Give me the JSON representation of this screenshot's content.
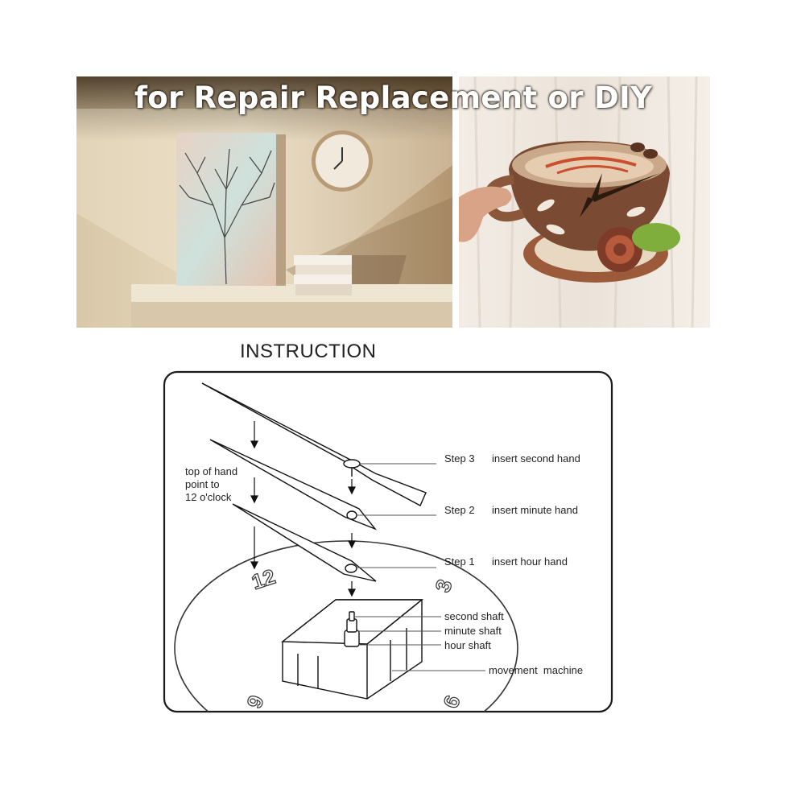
{
  "banner": {
    "text": "for Repair Replacement or DIY"
  },
  "instruction": {
    "title": "INSTRUCTION",
    "note": [
      "top of hand",
      "point to",
      "12 o'clock"
    ],
    "steps": [
      {
        "step": "Step 3",
        "text": "insert second hand"
      },
      {
        "step": "Step 2",
        "text": "insert minute hand"
      },
      {
        "step": "Step 1",
        "text": "insert hour hand"
      }
    ],
    "parts": {
      "second_shaft": "second shaft",
      "minute_shaft": "minute shaft",
      "hour_shaft": "hour shaft",
      "movement": "movement  machine"
    },
    "dial_numbers": {
      "twelve": "12",
      "three": "3",
      "nine": "9",
      "six": "6"
    }
  }
}
